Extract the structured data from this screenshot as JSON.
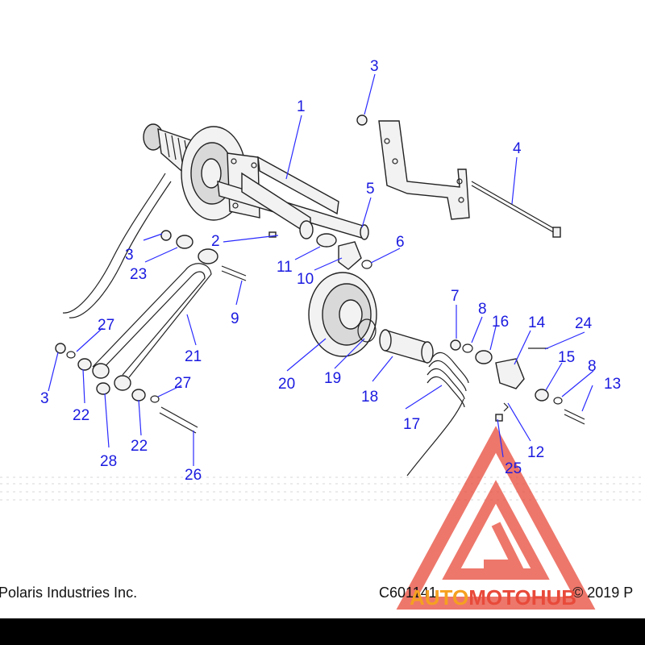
{
  "callouts": {
    "c1": "1",
    "c2": "2",
    "c3a": "3",
    "c3b": "3",
    "c3c": "3",
    "c4": "4",
    "c5": "5",
    "c6": "6",
    "c7": "7",
    "c8a": "8",
    "c8b": "8",
    "c9": "9",
    "c10": "10",
    "c11": "11",
    "c12": "12",
    "c13": "13",
    "c14": "14",
    "c15": "15",
    "c16": "16",
    "c17": "17",
    "c18": "18",
    "c19": "19",
    "c20": "20",
    "c21": "21",
    "c22a": "22",
    "c22b": "22",
    "c23": "23",
    "c24": "24",
    "c25": "25",
    "c26": "26",
    "c27a": "27",
    "c27b": "27",
    "c28": "28"
  },
  "footer": {
    "left": "Polaris Industries Inc.",
    "code": "C601141",
    "right": "© 2019 P"
  },
  "watermark": {
    "word_a": "AUTO",
    "word_b": "MOTO",
    "word_c": "HUB",
    "color_primary": "#e84a3a",
    "color_accent": "#f5a020"
  },
  "colors": {
    "callout": "#1a1ae0",
    "line": "#222222",
    "bar": "#000000"
  }
}
